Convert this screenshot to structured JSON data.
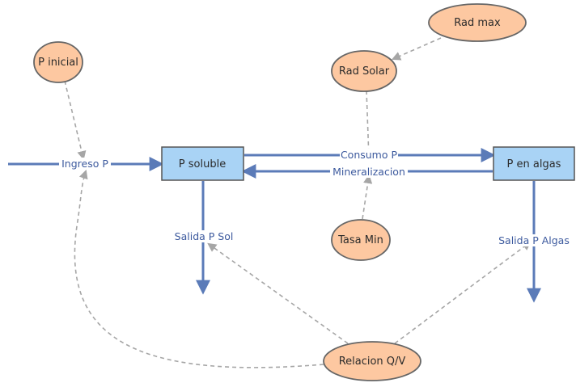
{
  "colors": {
    "stock_fill": "#a9d3f5",
    "stock_stroke": "#555555",
    "aux_fill": "#fdc8a1",
    "aux_stroke": "#666666",
    "flow": "#5b7bb8",
    "connector": "#a6a6a6",
    "flow_label": "#3d5a9e"
  },
  "stocks": {
    "p_soluble": "P soluble",
    "p_algas": "P en algas"
  },
  "auxiliaries": {
    "p_inicial": "P inicial",
    "rad_max": "Rad max",
    "rad_solar": "Rad Solar",
    "tasa_min": "Tasa Min",
    "relacion_qv": "Relacion Q/V"
  },
  "flows": {
    "ingreso_p": "Ingreso P",
    "consumo_p": "Consumo P",
    "mineralizacion": "Mineralizacion",
    "salida_p_sol": "Salida P Sol",
    "salida_p_algas": "Salida P Algas"
  }
}
